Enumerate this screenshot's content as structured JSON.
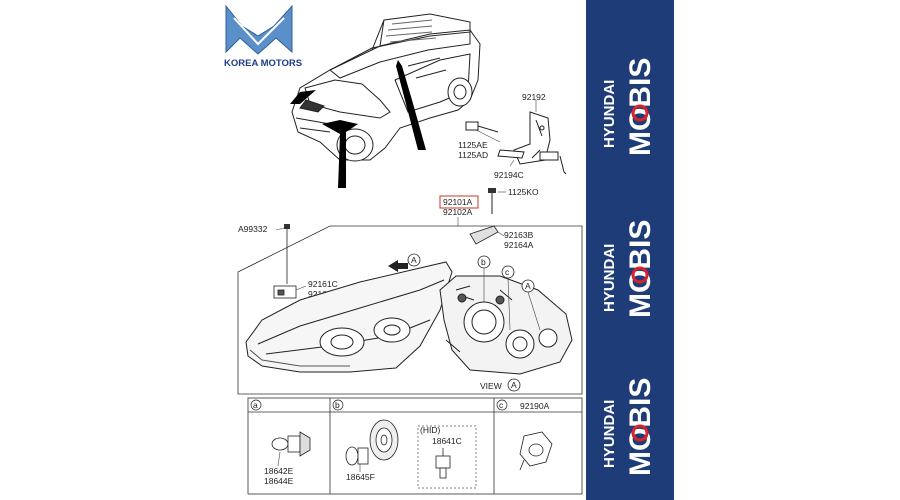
{
  "logo": {
    "text": "KOREA MOTORS",
    "color": "#1d3d8a"
  },
  "brand_banner": {
    "color": "#1e3c78",
    "accent": "#d9232a",
    "entries": [
      {
        "line1": "HYUNDAI",
        "line2": "MOBIS"
      },
      {
        "line1": "HYUNDAI",
        "line2": "MOBIS"
      },
      {
        "line1": "HYUNDAI",
        "line2": "MOBIS"
      }
    ]
  },
  "parts": {
    "p92192": "92192",
    "p1125AE": "1125AE",
    "p1125AD": "1125AD",
    "p92194C": "92194C",
    "p1125KO": "1125KO",
    "p92101A": "92101A",
    "p92102A": "92102A",
    "pA99332": "A99332",
    "p92163B": "92163B",
    "p92164A": "92164A",
    "p92161C": "92161C",
    "p92162B": "92162B",
    "view_label": "VIEW",
    "circle_a": "A",
    "circle_b": "b",
    "circle_c": "c"
  },
  "bulb_table": {
    "a_label": "a",
    "b_label": "b",
    "c_label": "c",
    "c_part": "92190A",
    "a_parts": [
      "18642E",
      "18644E"
    ],
    "b_part": "18645F",
    "hid_label": "(HID)",
    "hid_part": "18641C"
  }
}
